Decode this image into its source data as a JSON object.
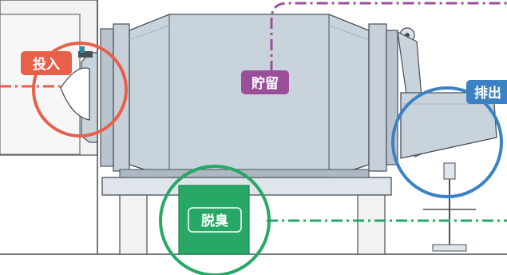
{
  "labels": {
    "input": "投入",
    "storage": "貯留",
    "discharge": "排出",
    "deodorize": "脱臭"
  },
  "colors": {
    "input": "#e8604a",
    "storage": "#9b4f9b",
    "discharge": "#3b82c4",
    "deodorize": "#27a866",
    "machine": "#c9d3dc",
    "machine_stroke": "#4a4f55",
    "wall": "#f3f3f3"
  },
  "icons": {
    "input_marker": "input-port-ring",
    "storage_marker": "storage-drum",
    "discharge_marker": "discharge-chute-ring",
    "deodorize_marker": "deodorizer-unit-ring"
  }
}
